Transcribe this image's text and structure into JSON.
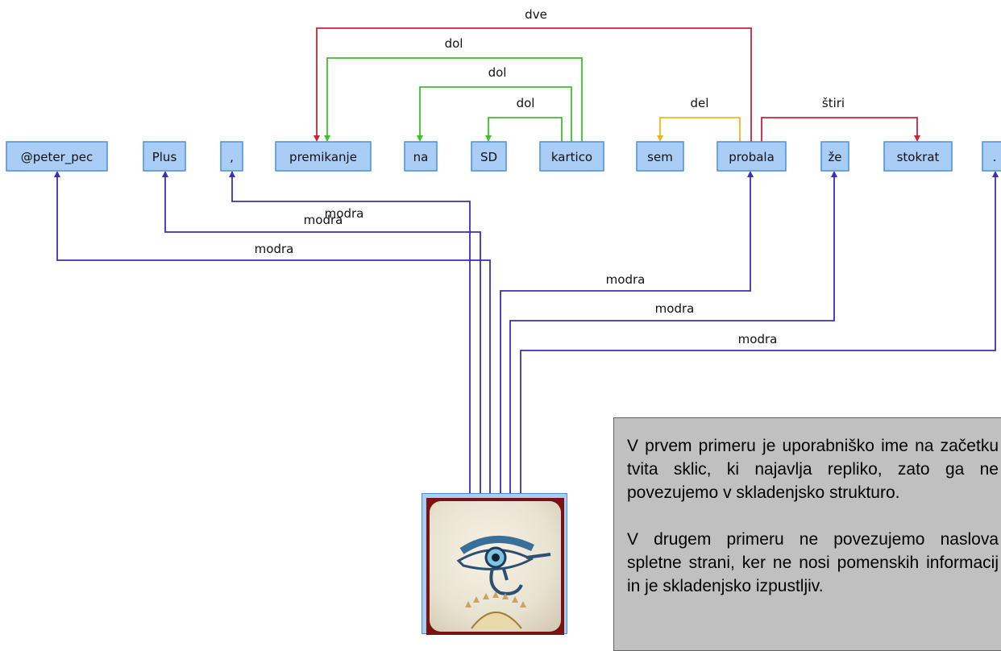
{
  "tokens": [
    {
      "id": "t0",
      "text": "@peter_pec"
    },
    {
      "id": "t1",
      "text": "Plus"
    },
    {
      "id": "t2",
      "text": ","
    },
    {
      "id": "t3",
      "text": "premikanje"
    },
    {
      "id": "t4",
      "text": "na"
    },
    {
      "id": "t5",
      "text": "SD"
    },
    {
      "id": "t6",
      "text": "kartico"
    },
    {
      "id": "t7",
      "text": "sem"
    },
    {
      "id": "t8",
      "text": "probala"
    },
    {
      "id": "t9",
      "text": "že"
    },
    {
      "id": "t10",
      "text": "stokrat"
    },
    {
      "id": "t11",
      "text": "."
    }
  ],
  "arcs": [
    {
      "from": "t8",
      "to": "t3",
      "label": "dve",
      "color": "#c8243a"
    },
    {
      "from": "t6",
      "to": "t3",
      "label": "dol",
      "color": "#3fbf2a"
    },
    {
      "from": "t6",
      "to": "t4",
      "label": "dol",
      "color": "#3fbf2a"
    },
    {
      "from": "t6",
      "to": "t5",
      "label": "dol",
      "color": "#3fbf2a"
    },
    {
      "from": "t8",
      "to": "t7",
      "label": "del",
      "color": "#f2b51c"
    },
    {
      "from": "t8",
      "to": "t10",
      "label": "štiri",
      "color": "#c8243a"
    },
    {
      "from": "root",
      "to": "t2",
      "label": "modra",
      "color": "#3c2fb5"
    },
    {
      "from": "root",
      "to": "t1",
      "label": "modra",
      "color": "#3c2fb5"
    },
    {
      "from": "root",
      "to": "t0",
      "label": "modra",
      "color": "#3c2fb5"
    },
    {
      "from": "root",
      "to": "t8",
      "label": "modra",
      "color": "#3c2fb5"
    },
    {
      "from": "root",
      "to": "t9",
      "label": "modra",
      "color": "#3c2fb5"
    },
    {
      "from": "root",
      "to": "t11",
      "label": "modra",
      "color": "#3c2fb5"
    }
  ],
  "root": {
    "icon": "eye-of-horus-icon"
  },
  "note": {
    "paragraph1": "V prvem primeru je uporabniško ime na začetku tvita sklic, ki najavlja repliko, zato ga ne povezujemo v skladenjsko strukturo.",
    "paragraph2": "V drugem primeru ne povezujemo naslova spletne strani, ker ne nosi pomenskih informacij in je skladenjsko izpustljiv."
  }
}
